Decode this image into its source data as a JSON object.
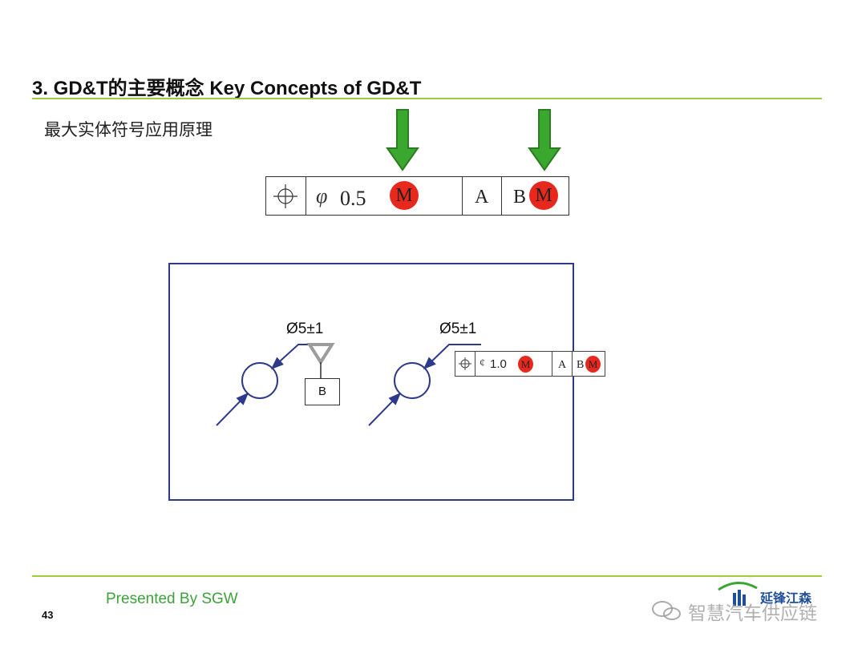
{
  "slide": {
    "title": "3. GD&T的主要概念  Key Concepts of GD&T",
    "subtitle": "最大实体符号应用原理",
    "page_number": "43",
    "footer": "Presented By SGW"
  },
  "fcf_main": {
    "diameter_symbol": "φ",
    "tolerance": "0.5",
    "modifier": "M",
    "datum_a": "A",
    "datum_b": "B",
    "datum_b_modifier": "M"
  },
  "drawing": {
    "left_dimension": "Ø5±1",
    "right_dimension": "Ø5±1",
    "datum_label": "B",
    "fcf": {
      "diameter_symbol": "¢",
      "tolerance": "1.0",
      "modifier": "M",
      "datum_a": "A",
      "datum_b": "B",
      "datum_b_modifier": "M"
    }
  },
  "branding": {
    "company": "延锋江森",
    "watermark": "智慧汽车供应链"
  },
  "colors": {
    "accent_green": "#9fcc3b",
    "arrow_green": "#3aa82e",
    "modifier_red": "#e8281c",
    "drawing_blue": "#2d3a8c",
    "footer_green": "#3da23a"
  }
}
